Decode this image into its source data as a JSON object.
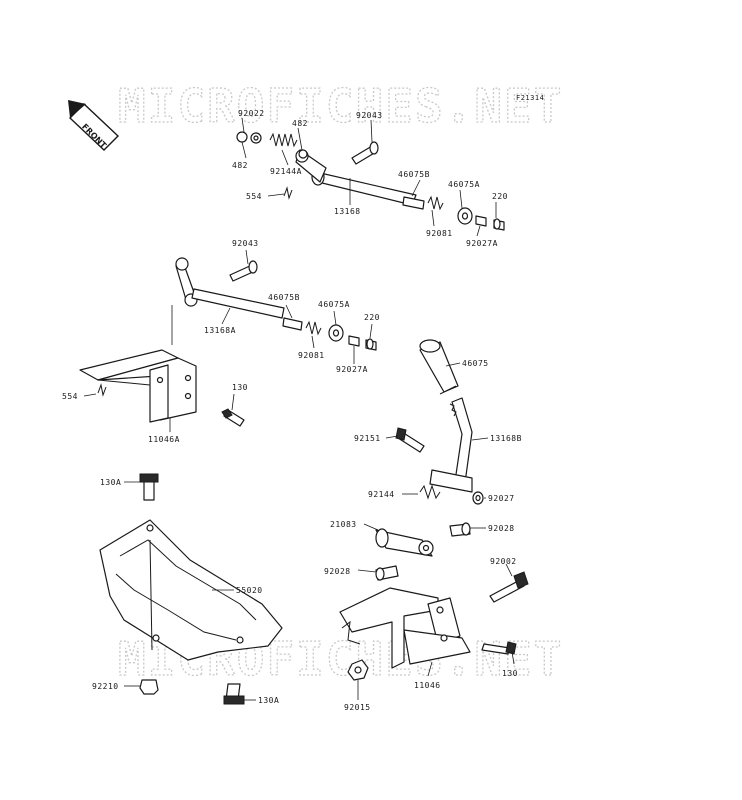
{
  "figure_ref": "F21314",
  "watermark": "MICROFICHES.NET",
  "front_label": "FRONT",
  "labels": {
    "p92022": "92022",
    "p482a": "482",
    "p482b": "482",
    "p92043a": "92043",
    "p92144a": "92144A",
    "p554a": "554",
    "p46075b_a": "46075B",
    "p46075a_a": "46075A",
    "p220a": "220",
    "p13168": "13168",
    "p92081a": "92081",
    "p92027a_a": "92027A",
    "p92043b": "92043",
    "p46075b_b": "46075B",
    "p46075a_b": "46075A",
    "p220b": "220",
    "p13168a": "13168A",
    "p92081b": "92081",
    "p92027a_b": "92027A",
    "p46075": "46075",
    "p554b": "554",
    "p130a": "130",
    "p11046a": "11046A",
    "p92151": "92151",
    "p13168b": "13168B",
    "p130a_top": "130A",
    "p92144": "92144",
    "p92027": "92027",
    "p21083": "21083",
    "p92028a": "92028",
    "p92028b": "92028",
    "p92002": "92002",
    "p55020": "55020",
    "p130b": "130",
    "p11046": "11046",
    "p92210": "92210",
    "p130a_bot": "130A",
    "p92015": "92015"
  }
}
